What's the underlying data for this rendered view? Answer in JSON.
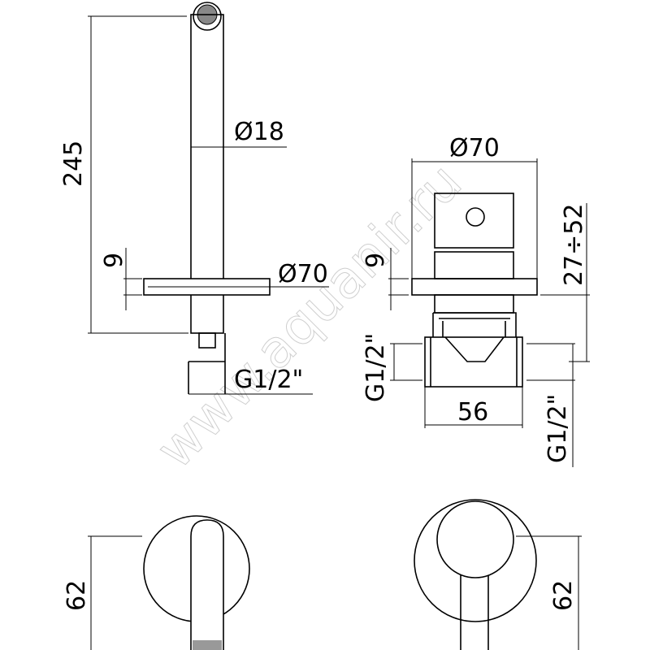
{
  "watermark": "www.aquanir.ru",
  "side_view": {
    "height_label": "245",
    "pipe_diameter_label": "Ø18",
    "flange_thickness_label": "9",
    "flange_diameter_label": "Ø70",
    "connection_label": "G1/2\""
  },
  "valve_view": {
    "flange_diameter_label": "Ø70",
    "flange_thickness_label": "9",
    "depth_range_label": "27÷52",
    "inlet_left_label": "G1/2\"",
    "body_width_label": "56",
    "inlet_right_label": "G1/2\""
  },
  "front_spout_view": {
    "height_label": "62"
  },
  "front_mixer_view": {
    "height_label": "62"
  }
}
